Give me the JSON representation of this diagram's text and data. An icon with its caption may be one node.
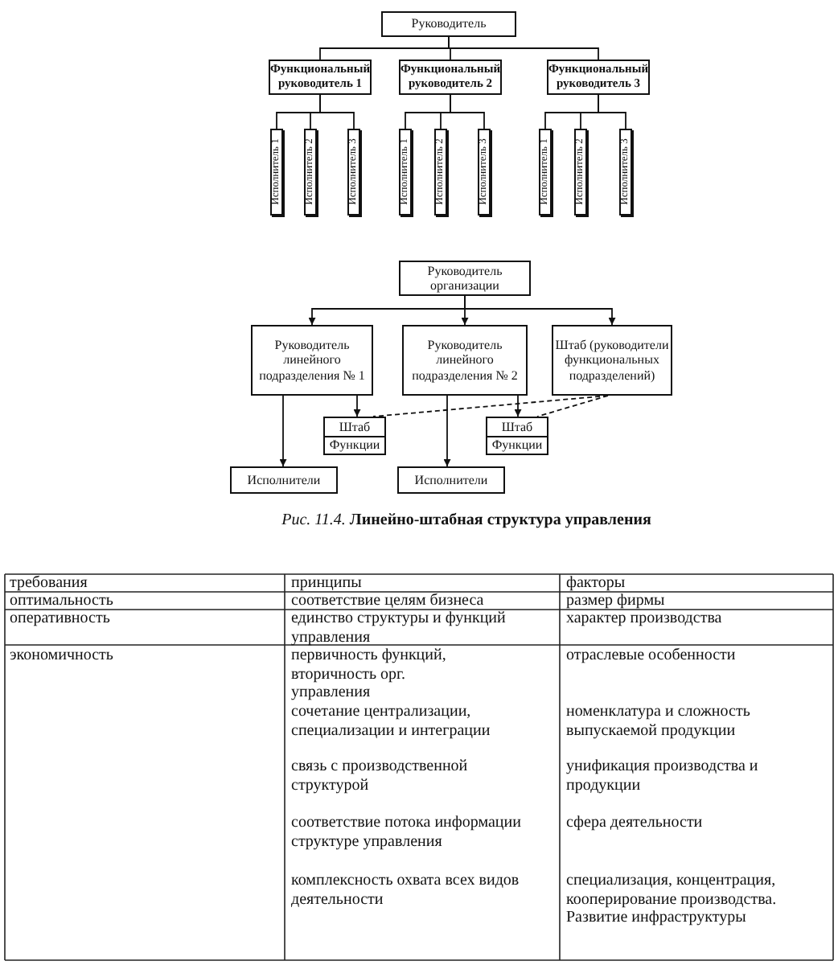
{
  "diagram": {
    "caption": "*Рис. 11.4.* **Линейно-штабная структура управления**",
    "nodes": [
      {
        "text": [
          "Руководитель"
        ]
      },
      {
        "text": [
          "Функциональный руководитель 1"
        ]
      },
      {
        "text": [
          "Функциональный руководитель 2"
        ]
      },
      {
        "text": [
          "Функциональный руководитель 3"
        ]
      },
      {
        "text": [
          "Исполнитель 1"
        ]
      },
      {
        "text": [
          "Исполнитель 2"
        ]
      },
      {
        "text": [
          "Исполнитель 3"
        ]
      },
      {
        "text": [
          "Исполнитель 1"
        ]
      },
      {
        "text": [
          "Исполнитель 2"
        ]
      },
      {
        "text": [
          "Исполнитель 3"
        ]
      },
      {
        "text": [
          "Исполнитель 1"
        ]
      },
      {
        "text": [
          "Исполнитель 2"
        ]
      },
      {
        "text": [
          "Исполнитель 3"
        ]
      },
      {
        "text": [
          "Руководитель организации"
        ]
      },
      {
        "text": [
          "Руководитель линейного подразделения № 1"
        ]
      },
      {
        "text": [
          "Руководитель линейного подразделения № 2"
        ]
      },
      {
        "text": [
          "Штаб (руководители функциональных подразделений)"
        ]
      },
      {
        "text": [
          "Штаб",
          "Функции"
        ]
      },
      {
        "text": [
          "Штаб",
          "Функции"
        ]
      },
      {
        "text": [
          "Исполнители"
        ]
      },
      {
        "text": [
          "Исполнители"
        ]
      }
    ],
    "edges": [
      {
        "from": 0,
        "to": 1,
        "arrow": "none"
      },
      {
        "from": 0,
        "to": 2,
        "arrow": "none"
      },
      {
        "from": 0,
        "to": 3,
        "arrow": "none"
      },
      {
        "from": 1,
        "to": 4,
        "arrow": "none"
      },
      {
        "from": 1,
        "to": 5,
        "arrow": "none"
      },
      {
        "from": 1,
        "to": 6,
        "arrow": "none"
      },
      {
        "from": 2,
        "to": 7,
        "arrow": "none"
      },
      {
        "from": 2,
        "to": 8,
        "arrow": "none"
      },
      {
        "from": 2,
        "to": 9,
        "arrow": "none"
      },
      {
        "from": 3,
        "to": 10,
        "arrow": "none"
      },
      {
        "from": 3,
        "to": 11,
        "arrow": "none"
      },
      {
        "from": 3,
        "to": 12,
        "arrow": "none"
      },
      {
        "from": 13,
        "to": 14,
        "arrow": "to"
      },
      {
        "from": 13,
        "to": 15,
        "arrow": "to"
      },
      {
        "from": 13,
        "to": 16,
        "arrow": "to"
      },
      {
        "from": 14,
        "to": 19,
        "arrow": "to"
      },
      {
        "from": 14,
        "to": 17,
        "arrow": "to"
      },
      {
        "from": 15,
        "to": 20,
        "arrow": "to"
      },
      {
        "from": 15,
        "to": 18,
        "arrow": "to"
      },
      {
        "from": 16,
        "to": 17,
        "arrow": "none",
        "style": "dashed"
      },
      {
        "from": 16,
        "to": 18,
        "arrow": "none",
        "style": "dashed"
      }
    ],
    "labels": [
      "требования",
      "принципы",
      "факторы",
      "оптимальность",
      "соответствие целям бизнеса",
      "размер фирмы",
      "оперативность",
      "единство структуры и функций управления",
      "характер производства",
      "экономичность",
      "первичность функций, вторичность орг. управления",
      "сочетание централизации, специализации и интеграции",
      "связь с производственной структурой",
      "соответствие потока информации структуре управления",
      "комплексность охвата всех видов деятельности",
      "отраслевые особенности",
      "номенклатура и сложность выпускаемой продукции",
      "унификация производства и продукции",
      "сфера деятельности",
      "специализация, концентрация, кооперирование производства. Развитие инфраструктуры"
    ]
  }
}
